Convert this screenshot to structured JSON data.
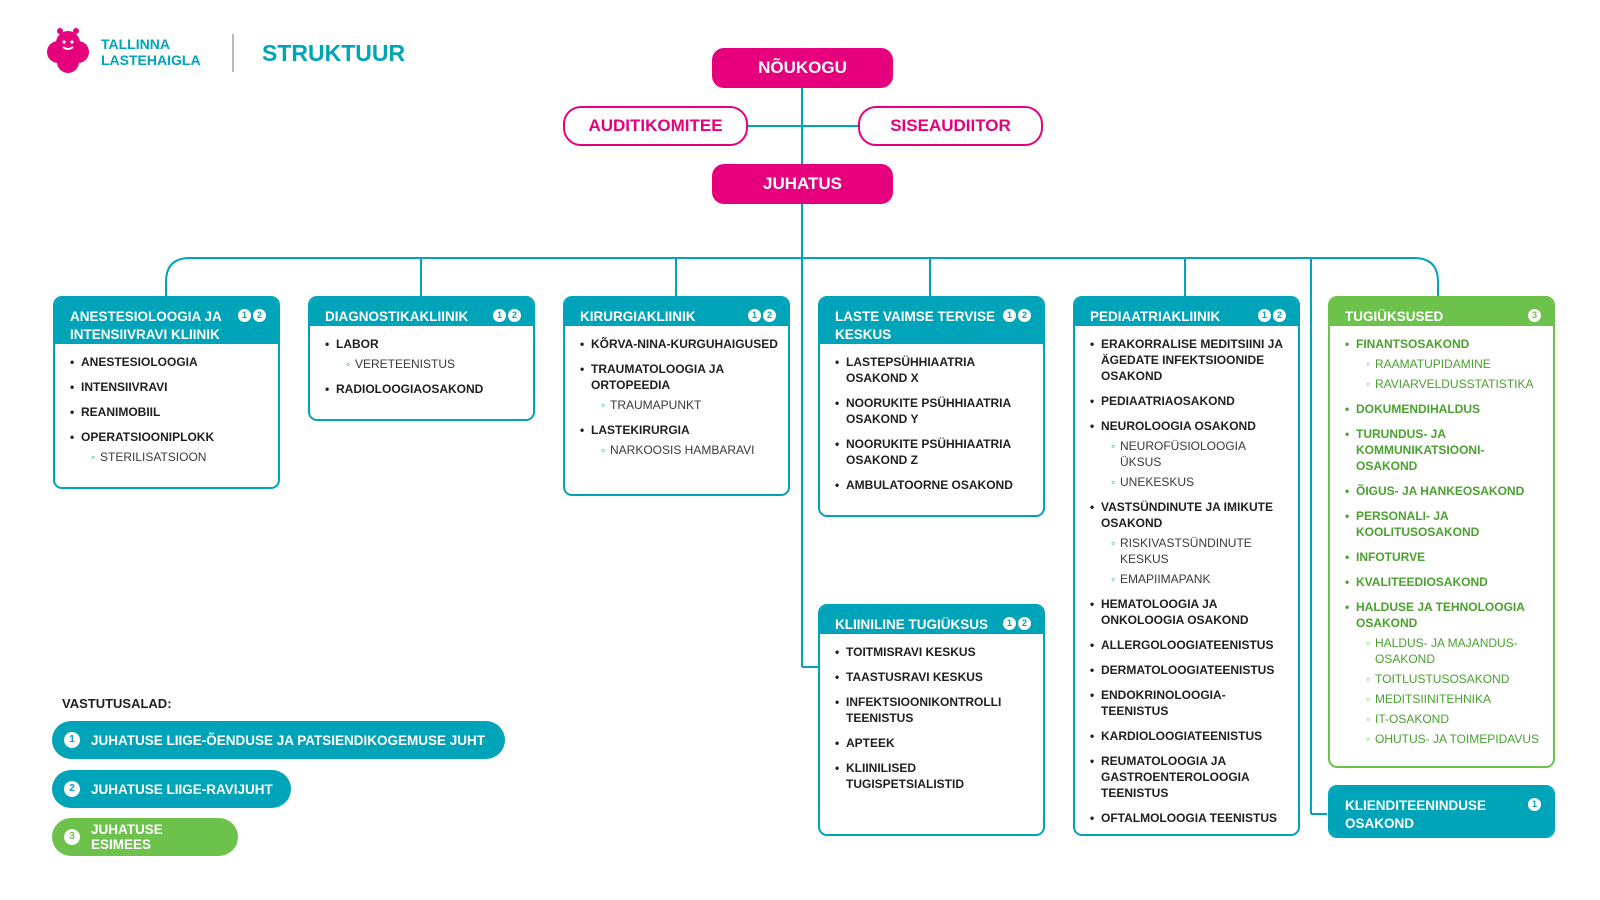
{
  "header": {
    "brand_line1": "TALLINNA",
    "brand_line2": "LASTEHAIGLA",
    "title": "STRUKTUUR"
  },
  "governance": {
    "council": "NÕUKOGU",
    "audit_committee": "AUDITIKOMITEE",
    "internal_auditor": "SISEAUDIITOR",
    "board": "JUHATUS"
  },
  "departments": [
    {
      "name": "ANESTESIOLOOGIA JA INTENSIIVRAVI KLIINIK",
      "badges": [
        "1",
        "2"
      ],
      "items": [
        {
          "label": "ANESTESIOLOOGIA",
          "sub": []
        },
        {
          "label": "INTENSIIVRAVI",
          "sub": []
        },
        {
          "label": "REANIMOBIIL",
          "sub": []
        },
        {
          "label": "OPERATSIOONIPLOKK",
          "sub": [
            "STERILISATSIOON"
          ]
        }
      ]
    },
    {
      "name": "DIAGNOSTIKAKLIINIK",
      "badges": [
        "1",
        "2"
      ],
      "items": [
        {
          "label": "LABOR",
          "sub": [
            "VERETEENISTUS"
          ]
        },
        {
          "label": "RADIOLOOGIAOSAKOND",
          "sub": []
        }
      ]
    },
    {
      "name": "KIRURGIAKLIINIK",
      "badges": [
        "1",
        "2"
      ],
      "items": [
        {
          "label": "KÕRVA-NINA-KURGUHAIGUSED",
          "sub": []
        },
        {
          "label": "TRAUMATOLOOGIA JA ORTOPEEDIA",
          "sub": [
            "TRAUMAPUNKT"
          ]
        },
        {
          "label": "LASTEKIRURGIA",
          "sub": [
            "NARKOOSIS HAMBARAVI"
          ]
        }
      ]
    },
    {
      "name": "LASTE VAIMSE TERVISE KESKUS",
      "badges": [
        "1",
        "2"
      ],
      "items": [
        {
          "label": "LASTEPSÜHHIAATRIA OSAKOND X",
          "sub": []
        },
        {
          "label": "NOORUKITE PSÜHHIAATRIA OSAKOND Y",
          "sub": []
        },
        {
          "label": "NOORUKITE PSÜHHIAATRIA OSAKOND Z",
          "sub": []
        },
        {
          "label": "AMBULATOORNE OSAKOND",
          "sub": []
        }
      ]
    },
    {
      "name": "KLIINILINE TUGIÜKSUS",
      "badges": [
        "1",
        "2"
      ],
      "items": [
        {
          "label": "TOITMISRAVI KESKUS",
          "sub": []
        },
        {
          "label": "TAASTUSRAVI KESKUS",
          "sub": []
        },
        {
          "label": "INFEKTSIOONIKONTROLLI TEENISTUS",
          "sub": []
        },
        {
          "label": "APTEEK",
          "sub": []
        },
        {
          "label": "KLIINILISED TUGISPETSIALISTID",
          "sub": []
        }
      ]
    },
    {
      "name": "PEDIAATRIAKLIINIK",
      "badges": [
        "1",
        "2"
      ],
      "items": [
        {
          "label": "ERAKORRALISE MEDITSIINI JA ÄGEDATE INFEKTSIOONIDE OSAKOND",
          "sub": []
        },
        {
          "label": "PEDIAATRIAOSAKOND",
          "sub": []
        },
        {
          "label": "NEUROLOOGIA OSAKOND",
          "sub": [
            "NEUROFÜSIOLOOGIA ÜKSUS",
            "UNEKESKUS"
          ]
        },
        {
          "label": "VASTSÜNDINUTE JA IMIKUTE OSAKOND",
          "sub": [
            "RISKIVASTSÜNDINUTE KESKUS",
            "EMAPIIMAPANK"
          ]
        },
        {
          "label": "HEMATOLOOGIA JA ONKOLOOGIA OSAKOND",
          "sub": []
        },
        {
          "label": "ALLERGOLOOGIATEENISTUS",
          "sub": []
        },
        {
          "label": "DERMATOLOOGIATEENISTUS",
          "sub": []
        },
        {
          "label": "ENDOKRINOLOOGIA-TEENISTUS",
          "sub": []
        },
        {
          "label": "KARDIOLOOGIATEENISTUS",
          "sub": []
        },
        {
          "label": "REUMATOLOOGIA JA GASTROENTEROLOOGIA TEENISTUS",
          "sub": []
        },
        {
          "label": "OFTALMOLOOGIA TEENISTUS",
          "sub": []
        }
      ]
    },
    {
      "name": "TUGIÜKSUSED",
      "badges": [
        "3"
      ],
      "items": [
        {
          "label": "FINANTSOSAKOND",
          "sub": [
            "RAAMATUPIDAMINE",
            "RAVIARVELDUSSTATISTIKA"
          ]
        },
        {
          "label": "DOKUMENDIHALDUS",
          "sub": []
        },
        {
          "label": "TURUNDUS- JA KOMMUNIKATSIOONI-OSAKOND",
          "sub": []
        },
        {
          "label": "ÕIGUS- JA HANKEOSAKOND",
          "sub": []
        },
        {
          "label": "PERSONALI- JA KOOLITUSOSAKOND",
          "sub": []
        },
        {
          "label": "INFOTURVE",
          "sub": []
        },
        {
          "label": "KVALITEEDIOSAKOND",
          "sub": []
        },
        {
          "label": "HALDUSE JA TEHNOLOOGIA OSAKOND",
          "sub": [
            "HALDUS- JA MAJANDUS-OSAKOND",
            "TOITLUSTUSOSAKOND",
            "MEDITSIINITEHNIKA",
            "IT-OSAKOND",
            "OHUTUS- JA TOIMEPIDAVUS"
          ]
        }
      ]
    },
    {
      "name": "KLIENDITEENINDUSE OSAKOND",
      "badges": [
        "1"
      ],
      "items": []
    }
  ],
  "legend": {
    "title": "VASTUTUSALAD:",
    "entries": [
      {
        "num": "1",
        "label": "JUHATUSE LIIGE-ÕENDUSE JA PATSIENDIKOGEMUSE JUHT"
      },
      {
        "num": "2",
        "label": "JUHATUSE LIIGE-RAVIJUHT"
      },
      {
        "num": "3",
        "label": "JUHATUSE ESIMEES"
      }
    ]
  },
  "colors": {
    "magenta": "#e6007e",
    "teal": "#00a4b9",
    "green": "#6cc24a"
  }
}
